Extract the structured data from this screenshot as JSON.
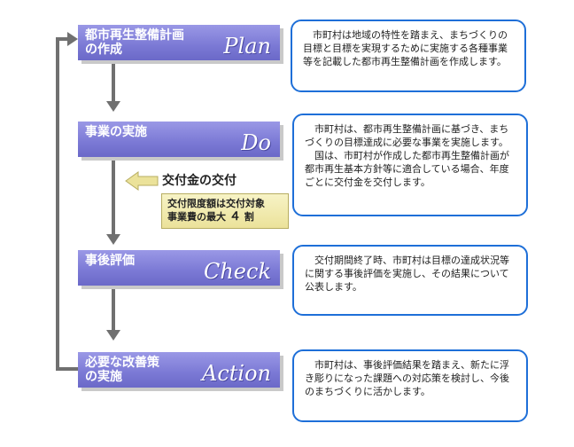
{
  "stages": [
    {
      "title": "都市再生整備計画\nの作成",
      "word": "Plan"
    },
    {
      "title": "事業の実施",
      "word": "Do"
    },
    {
      "title": "事後評価",
      "word": "Check"
    },
    {
      "title": "必要な改善策\nの実施",
      "word": "Action"
    }
  ],
  "descriptions": [
    {
      "paragraphs": [
        "市町村は地域の特性を踏まえ、まちづくりの目標と目標を実現するために実施する各種事業等を記載した都市再生整備計画を作成します。"
      ]
    },
    {
      "paragraphs": [
        "市町村は、都市再生整備計画に基づき、まちづくりの目標達成に必要な事業を実施します。",
        "国は、市町村が作成した都市再生整備計画が都市再生基本方針等に適合している場合、年度ごとに交付金を交付します。"
      ]
    },
    {
      "paragraphs": [
        "交付期間終了時、市町村は目標の達成状況等に関する事後評価を実施し、その結果について公表します。"
      ]
    },
    {
      "paragraphs": [
        "市町村は、事後評価結果を踏まえ、新たに浮き彫りになった課題への対応策を検討し、今後のまちづくりに活かします。"
      ]
    }
  ],
  "callout": {
    "title": "交付金の交付",
    "line1": "交付限度額は交付対象",
    "line2_prefix": "事業費の最大",
    "line2_number": "４",
    "line2_suffix": "割"
  },
  "colors": {
    "stage": "#7d7bd6",
    "border": "#1e6fd8",
    "arrow": "#707070",
    "callout": "#ebe29a"
  }
}
